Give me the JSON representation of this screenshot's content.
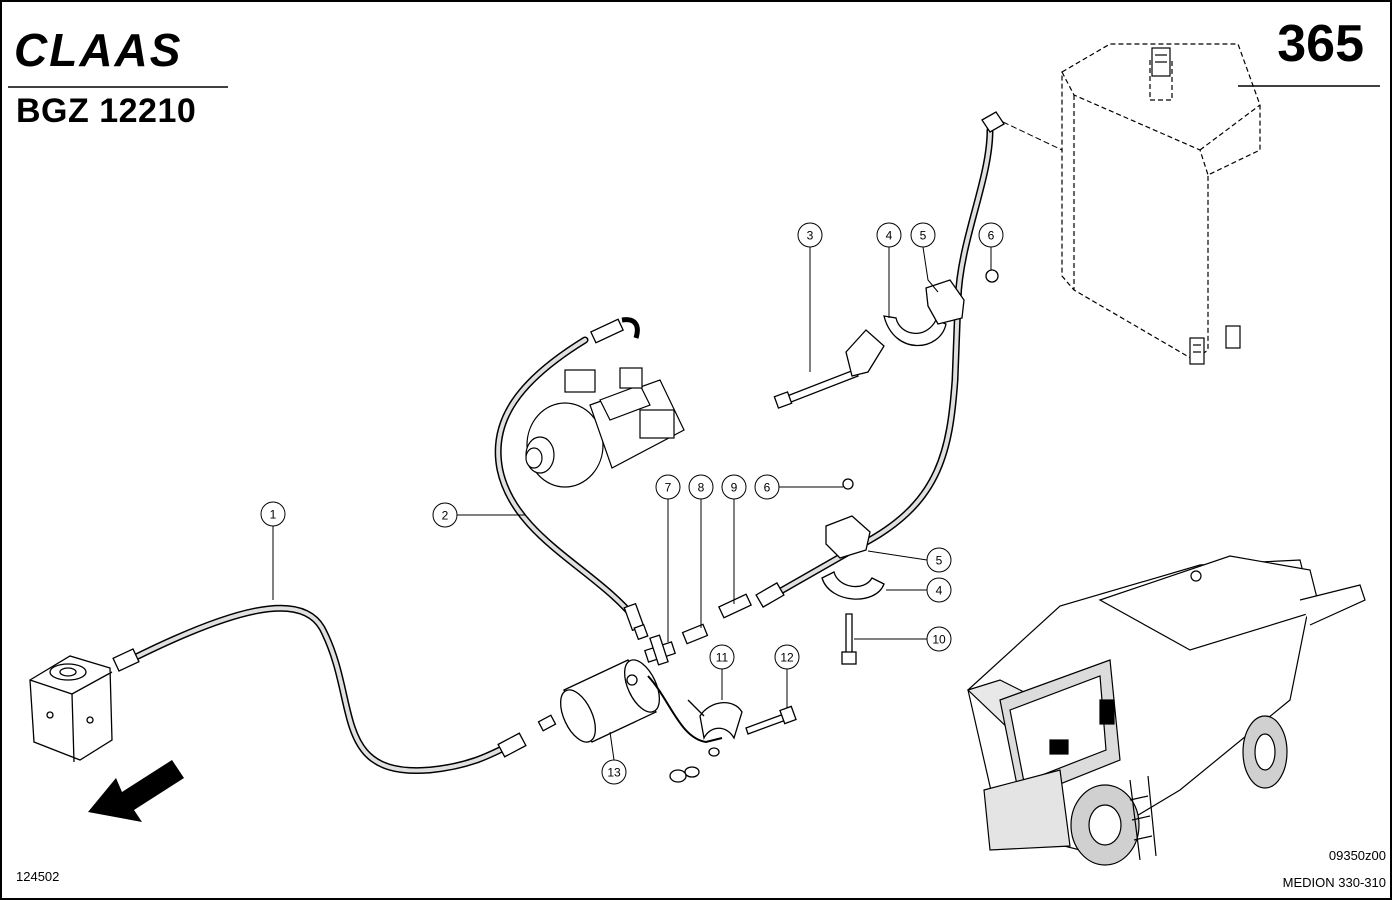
{
  "header": {
    "brand": "CLAAS",
    "doc_code": "BGZ 12210",
    "page_number": "365"
  },
  "footer": {
    "ref_left": "124502",
    "ref_right": "09350z00",
    "model": "MEDION 330-310"
  },
  "callouts": {
    "c1": "1",
    "c2": "2",
    "c3": "3",
    "c4a": "4",
    "c5a": "5",
    "c6a": "6",
    "c7": "7",
    "c8": "8",
    "c9": "9",
    "c6b": "6",
    "c5b": "5",
    "c4b": "4",
    "c10": "10",
    "c11": "11",
    "c12": "12",
    "c13": "13"
  },
  "colors": {
    "ink": "#000000",
    "paper": "#ffffff",
    "hose_fill": "#d8d8d8"
  }
}
